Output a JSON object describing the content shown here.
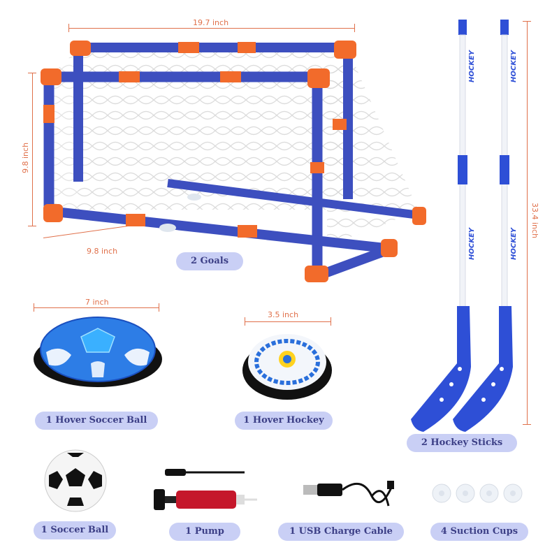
{
  "colors": {
    "accent_orange": "#e0704a",
    "goal_blue": "#3d4fbf",
    "goal_orange": "#f26b2b",
    "pill_bg": "#c9cff5",
    "pill_text": "#3c3f86",
    "stick_blue": "#2e4fd6"
  },
  "dimensions": {
    "goal_width": "19.7 inch",
    "goal_height": "9.8 inch",
    "goal_depth": "9.8 inch",
    "stick_length": "33.4 inch",
    "soccer_ball_diameter": "7 inch",
    "hockey_puck_diameter": "3.5 inch"
  },
  "items": {
    "goals": "2 Goals",
    "hover_soccer_ball": "1 Hover Soccer Ball",
    "hover_hockey": "1 Hover Hockey",
    "hockey_sticks": "2 Hockey Sticks",
    "soccer_ball": "1 Soccer Ball",
    "pump": "1 Pump",
    "usb_cable": "1 USB Charge Cable",
    "suction_cups": "4 Suction Cups"
  },
  "stick_text": "HOCKEY",
  "icons": [
    "goal-net-icon",
    "hover-soccer-ball-icon",
    "hover-hockey-puck-icon",
    "hockey-stick-icon",
    "soccer-ball-icon",
    "pump-icon",
    "usb-cable-icon",
    "suction-cup-icon"
  ]
}
